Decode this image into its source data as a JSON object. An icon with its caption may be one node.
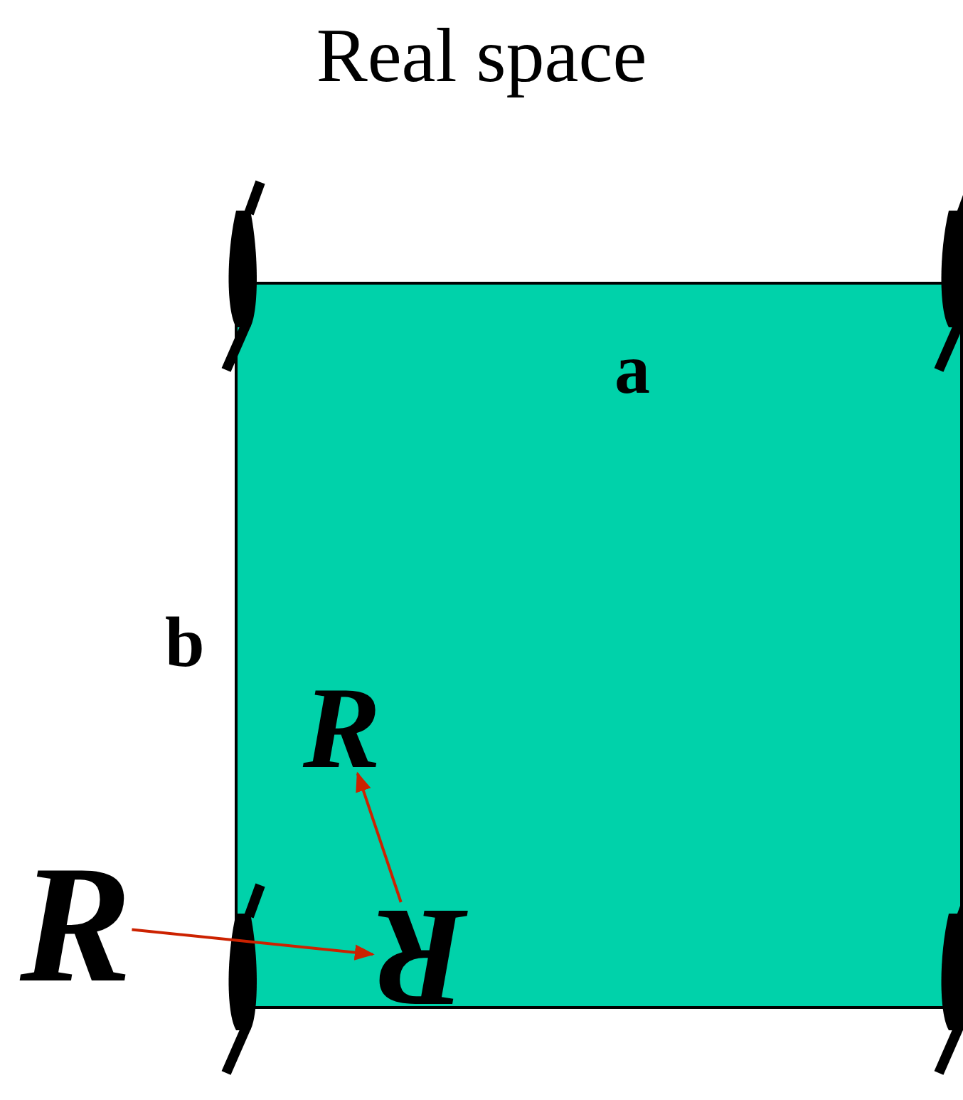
{
  "diagram": {
    "title": "Real space",
    "nodes": [
      {
        "text": [],
        "shape": "box"
      },
      {
        "text": [
          "R"
        ],
        "in": 0
      },
      {
        "text": [
          "R"
        ]
      },
      {
        "text": [
          "R"
        ],
        "in": 0
      }
    ],
    "edges": [
      {
        "from": 2,
        "to": 3,
        "arrow": "to"
      },
      {
        "from": 3,
        "to": 1,
        "arrow": "to"
      }
    ],
    "labels": [
      "a",
      "b"
    ]
  }
}
